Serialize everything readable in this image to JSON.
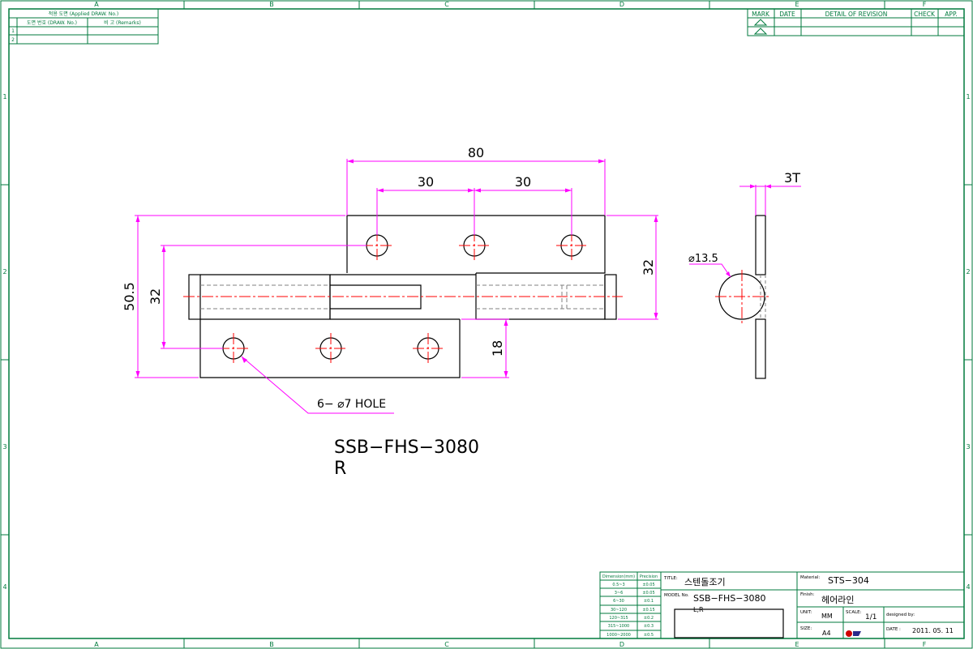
{
  "frame": {
    "col_labels": [
      "A",
      "B",
      "C",
      "D",
      "E",
      "F"
    ],
    "row_labels": [
      "1",
      "2",
      "3",
      "4"
    ]
  },
  "applied_table": {
    "header": "적용 도면 (Applied DRAW. No.)",
    "col1": "도면 번호 (DRAW. No.)",
    "col2": "비 고 (Remarks)",
    "rows": [
      "1",
      "2"
    ]
  },
  "revision_table": {
    "headers": [
      "MARK",
      "DATE",
      "DETAIL OF REVISION",
      "CHECK",
      "APP."
    ]
  },
  "drawing": {
    "dim_80": "80",
    "dim_30a": "30",
    "dim_30b": "30",
    "dim_32_right": "32",
    "dim_50_5": "50.5",
    "dim_32_left": "32",
    "dim_18": "18",
    "dim_3t": "3T",
    "dim_dia": "⌀13.5",
    "hole_note": "6− ⌀7 HOLE",
    "part_no": "SSB−FHS−3080",
    "part_side": "R"
  },
  "title_block": {
    "tol_header_dim": "Dimension(mm)",
    "tol_header_prec": "Precision",
    "tolerances": [
      {
        "range": "0.5~3",
        "prec": "±0.05"
      },
      {
        "range": "3~6",
        "prec": "±0.05"
      },
      {
        "range": "6~30",
        "prec": "±0.1"
      },
      {
        "range": "30~120",
        "prec": "±0.15"
      },
      {
        "range": "120~315",
        "prec": "±0.2"
      },
      {
        "range": "315~1000",
        "prec": "±0.3"
      },
      {
        "range": "1000~2000",
        "prec": "±0.5"
      }
    ],
    "title_label": "TITLE:",
    "title": "스텐돌조기",
    "model_label": "MODEL No.",
    "model": "SSB−FHS−3080",
    "model_sub": "L,R",
    "material_label": "Material:",
    "material": "STS−304",
    "finish_label": "Finish:",
    "finish": "헤어라인",
    "unit_label": "UNIT:",
    "unit": "MM",
    "scale_label": "SCALE:",
    "scale": "1/1",
    "designed_label": "designed by:",
    "size_label": "SIZE:",
    "size": "A4",
    "date_label": "DATE :",
    "date": "2011. 05. 11"
  },
  "colors": {
    "frame": "#007a3d",
    "outline": "#000000",
    "dimension": "#ff00ff",
    "center": "#ff0000",
    "hidden": "#808080"
  }
}
